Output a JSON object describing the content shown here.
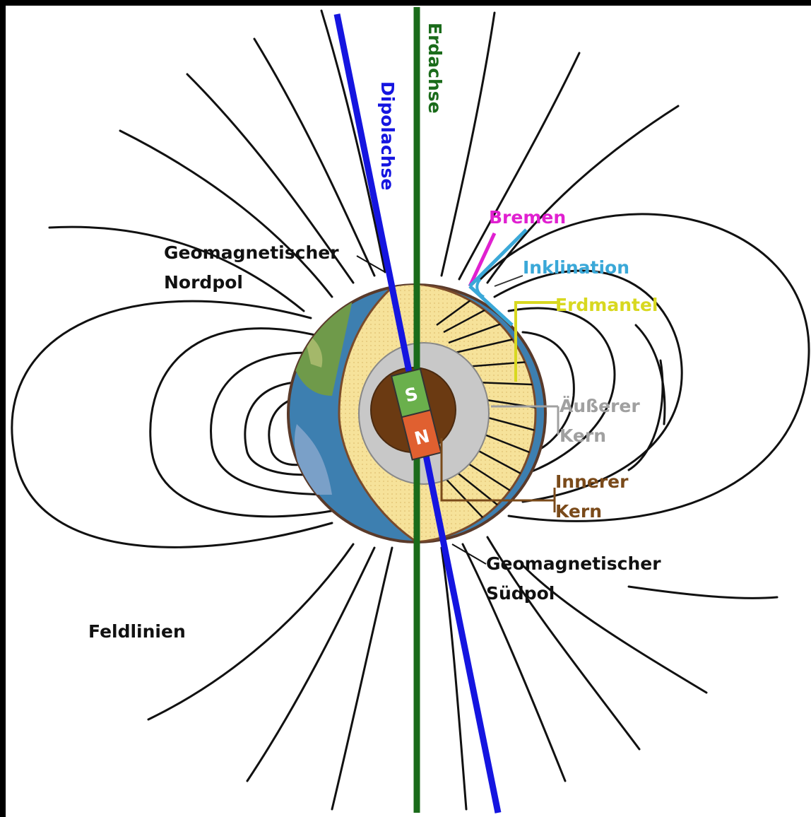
{
  "labels": {
    "erdachse": "Erdachse",
    "dipolachse": "Dipolachse",
    "bremen": "Bremen",
    "inklination": "Inklination",
    "erdmantel": "Erdmantel",
    "nordpol_line1": "Geomagnetischer",
    "nordpol_line2": "Nordpol",
    "aeusserer_line1": "Äußerer",
    "aeusserer_line2": "Kern",
    "innerer_line1": "Innerer",
    "innerer_line2": "Kern",
    "suedpol_line1": "Geomagnetischer",
    "suedpol_line2": "Südpol",
    "feldlinien": "Feldlinien",
    "magnet_s": "S",
    "magnet_n": "N"
  },
  "colors": {
    "background": "#000000",
    "panel": "#ffffff",
    "erdachse": "#1a6b1a",
    "dipolachse": "#1515e0",
    "bremen": "#e020d0",
    "inklination": "#3aa8d8",
    "erdmantel": "#d8d820",
    "aeusserer_kern": "#a0a0a0",
    "innerer_kern": "#7a4a1a",
    "mantle_fill": "#f6e29a",
    "outer_core_fill": "#c8c8c8",
    "inner_core_fill": "#6b3a12",
    "magnet_s": "#6ab04c",
    "magnet_n": "#e06030",
    "field_lines": "#111111",
    "text": "#111111"
  },
  "icons": {
    "earth": "earth-cutaway-icon",
    "magnet": "bar-magnet-icon"
  }
}
